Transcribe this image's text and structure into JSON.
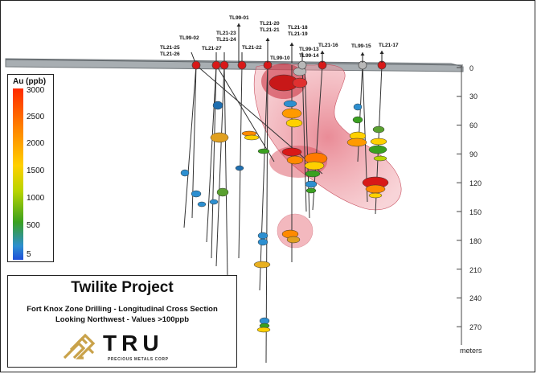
{
  "legend": {
    "title": "Au (ppb)",
    "ticks": [
      "3000",
      "2500",
      "2000",
      "1500",
      "1000",
      "500",
      "5"
    ]
  },
  "depth_axis": {
    "labels": [
      "0",
      "30",
      "60",
      "90",
      "120",
      "150",
      "180",
      "210",
      "240",
      "270"
    ],
    "unit": "meters"
  },
  "drillholes": [
    {
      "id": "TL21-25",
      "collar": "red"
    },
    {
      "id": "TL21-26",
      "collar": "red"
    },
    {
      "id": "TL99-02",
      "collar": "red"
    },
    {
      "id": "TL21-27",
      "collar": "red"
    },
    {
      "id": "TL21-23",
      "collar": "red"
    },
    {
      "id": "TL21-24",
      "collar": "red"
    },
    {
      "id": "TL99-01",
      "collar": "red"
    },
    {
      "id": "TL21-22",
      "collar": "red"
    },
    {
      "id": "TL21-20",
      "collar": "red"
    },
    {
      "id": "TL21-21",
      "collar": "red"
    },
    {
      "id": "TL99-10",
      "collar": "red"
    },
    {
      "id": "TL21-18",
      "collar": "red"
    },
    {
      "id": "TL21-19",
      "collar": "red"
    },
    {
      "id": "TL99-13",
      "collar": "grey"
    },
    {
      "id": "TL99-14",
      "collar": "grey"
    },
    {
      "id": "TL21-16",
      "collar": "red"
    },
    {
      "id": "TL99-15",
      "collar": "grey"
    },
    {
      "id": "TL21-17",
      "collar": "red"
    }
  ],
  "title_block": {
    "project": "Twilite Project",
    "subtitle_1": "Fort Knox Zone Drilling - Longitudinal Cross Section",
    "subtitle_2": "Looking Northwest - Values >100ppb"
  },
  "logo": {
    "word": "TRU",
    "sub": "PRECIOUS METALS CORP"
  },
  "colors": {
    "collar_red": "#d81818",
    "collar_grey": "#b8b8b8",
    "zone_pink": "#e87a86",
    "surface": "#8a9094"
  }
}
